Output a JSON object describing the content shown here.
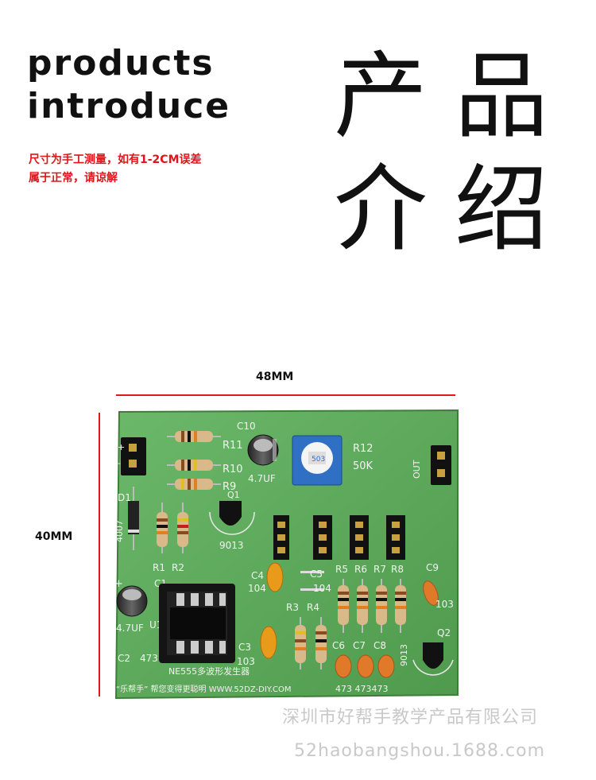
{
  "header": {
    "title_line1": "products",
    "title_line2": "introduce",
    "note_line1": "尺寸为手工测量，如有1-2CM误差",
    "note_line2": "属于正常，请谅解",
    "cn_chars": [
      "产",
      "品",
      "介",
      "绍"
    ]
  },
  "dimensions": {
    "width_label": "48MM",
    "height_label": "40MM",
    "line_color": "#e01818"
  },
  "pcb": {
    "board_color": "#5fa858",
    "labels": {
      "c10": "C10",
      "r11": "R11",
      "r10": "R10",
      "r9": "R9",
      "uf_top": "4.7UF",
      "r12": "R12",
      "r12_value": "50K",
      "out": "OUT",
      "q1": "Q1",
      "d1": "D1",
      "d1_part": "4007",
      "q1_part": "9013",
      "r1": "R1",
      "r2": "R2",
      "c1": "C1",
      "uf_bottom": "4.7UF",
      "u1": "U1",
      "c2": "C2",
      "c2_value": "473",
      "c4": "C4",
      "c4_value": "104",
      "c5": "C5",
      "c5_value": "104",
      "r3": "R3",
      "r4": "R4",
      "r5": "R5",
      "r6": "R6",
      "r7": "R7",
      "r8": "R8",
      "c9": "C9",
      "c9_value": "103",
      "c3": "C3",
      "c3_value": "103",
      "c6": "C6",
      "c7": "C7",
      "c8": "C8",
      "c678_values": "473  473473",
      "q2": "Q2",
      "q2_part": "9013",
      "footer": "“乐帮手” 帮您变得更聪明 WWW.52DZ-DIY.COM",
      "ne555": "NE555多波形发生器",
      "pot_marking": "503"
    }
  },
  "watermark": {
    "line1": "深圳市好帮手教学产品有限公司",
    "line2": "52haobangshou.1688.com"
  }
}
